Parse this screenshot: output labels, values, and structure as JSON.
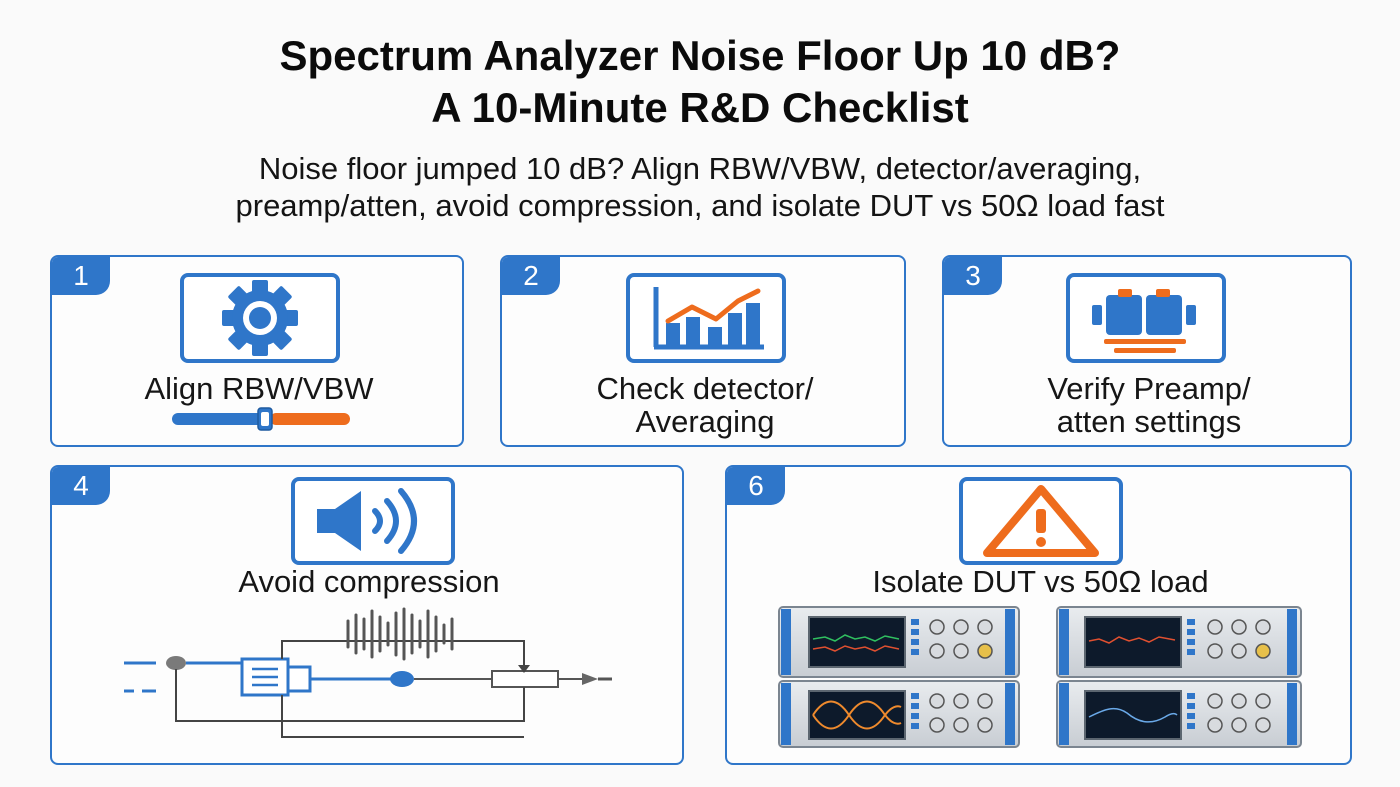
{
  "header": {
    "title_line1": "Spectrum Analyzer Noise Floor Up 10 dB?",
    "title_line2": "A 10-Minute R&D Checklist",
    "subtitle_line1": "Noise floor jumped 10 dB? Align RBW/VBW, detector/averaging,",
    "subtitle_line2": "preamp/atten, avoid compression, and isolate DUT vs 50Ω load fast"
  },
  "cards": [
    {
      "number": "1",
      "label_line1": "Align RBW/VBW",
      "label_line2": "",
      "icon": "gear-icon"
    },
    {
      "number": "2",
      "label_line1": "Check detector/",
      "label_line2": "Averaging",
      "icon": "bar-chart-icon"
    },
    {
      "number": "3",
      "label_line1": "Verify Preamp/",
      "label_line2": "atten settings",
      "icon": "attenuator-icon"
    },
    {
      "number": "4",
      "label_line1": "Avoid compression",
      "label_line2": "",
      "icon": "speaker-icon"
    },
    {
      "number": "6",
      "label_line1": "Isolate DUT vs 50Ω load",
      "label_line2": "",
      "icon": "warning-icon"
    }
  ],
  "colors": {
    "accent_blue": "#2f76c9",
    "accent_orange": "#ee6c1d",
    "text_dark": "#111111"
  }
}
